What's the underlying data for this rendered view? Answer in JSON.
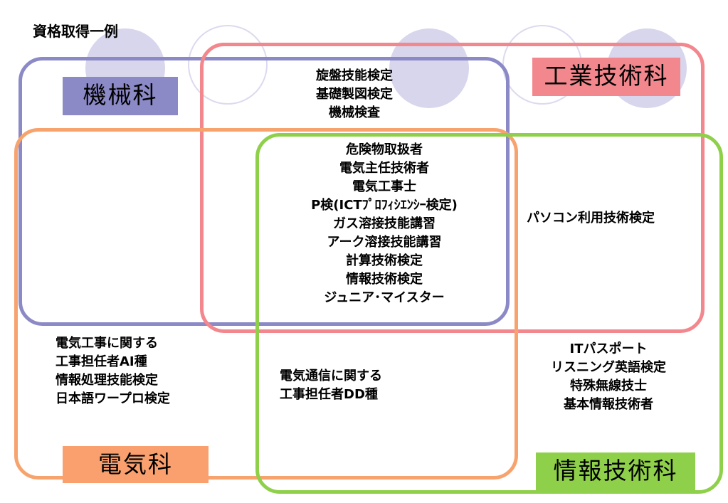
{
  "title": "資格取得一例",
  "departments": {
    "mechanical": "機械科",
    "industrial": "工業技術科",
    "electrical": "電気科",
    "information": "情報技術科"
  },
  "lists": {
    "mech_industrial": [
      "旋盤技能検定",
      "基礎製図検定",
      "機械検査"
    ],
    "all_four": [
      "危険物取扱者",
      "電気主任技術者",
      "電気工事士",
      "P検(ICTﾌﾟﾛﾌｨｼｴﾝｼｰ検定)",
      "ガス溶接技能講習",
      "アーク溶接技能講習",
      "計算技術検定",
      "情報技術検定",
      "ジュニア･マイスター"
    ],
    "industrial_info": [
      "パソコン利用技術検定"
    ],
    "info_only": [
      "ITパスポート",
      "リスニング英語検定",
      "特殊無線技士",
      "基本情報技術者"
    ],
    "electrical_only": [
      "電気工事に関する",
      "工事担任者AI種",
      "情報処理技能検定",
      "日本語ワープロ検定"
    ],
    "elec_info": [
      "電気通信に関する",
      "工事担任者DD種"
    ]
  },
  "colors": {
    "mechanical": "#8b89c6",
    "industrial": "#f2878d",
    "electrical": "#f7a36e",
    "information": "#8fd04a",
    "decor": "#d8d6ec"
  }
}
